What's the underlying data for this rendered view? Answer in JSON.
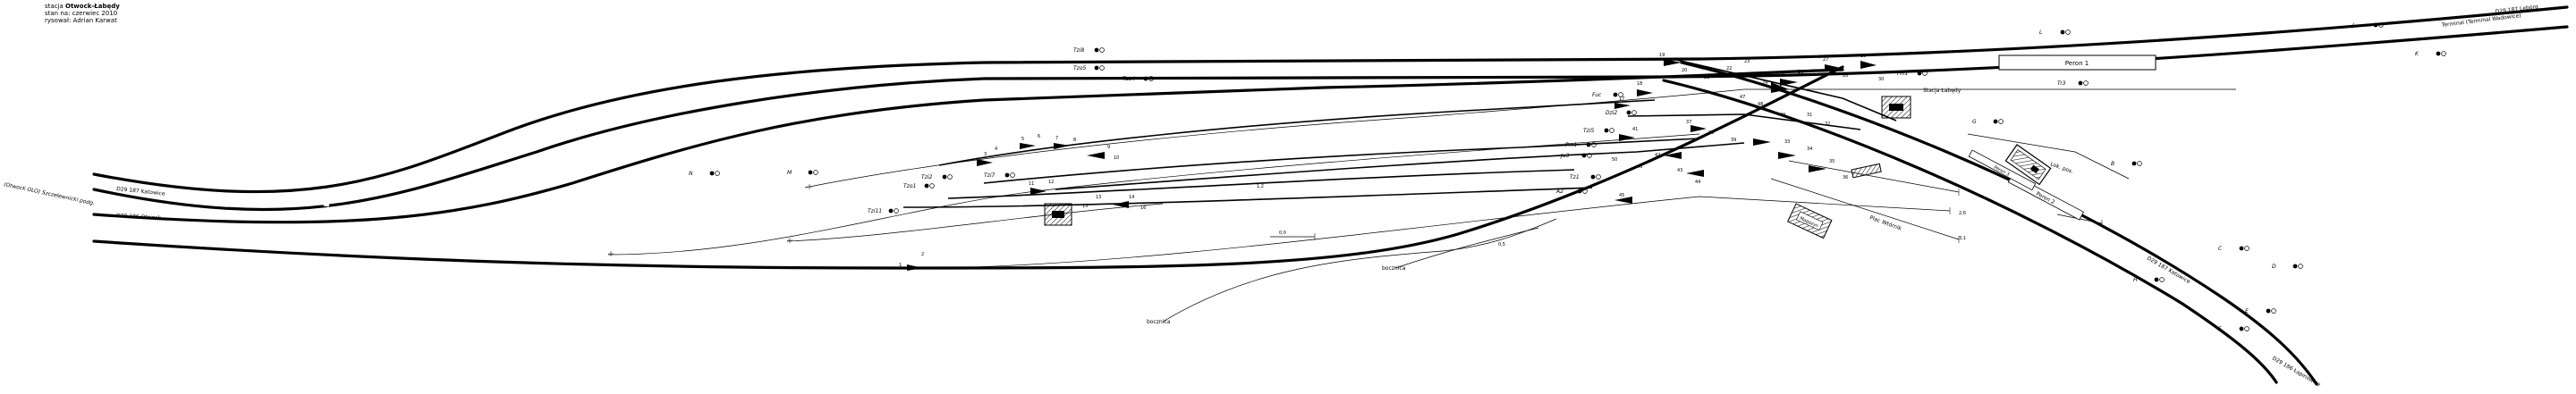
{
  "header": {
    "line1_prefix": "stacja",
    "station": "Otwock-Łabędy",
    "line2": "stan na: czerwiec 2010",
    "line3": "rysował: Adrian Karwat"
  },
  "directions": {
    "left": "(Otwock OLO) Szczelewnicki podg.",
    "right_top": "Terminal (Terminal Wadowice)",
    "right_top_track": "D29 187 Lębórg",
    "right_bottom": "Stacja Łabędy"
  },
  "track_labels": {
    "left_t1": "D29 187 Katowice",
    "left_t2": "D29 186 Otwock",
    "right_t1": "D29 186 Łapinowice",
    "right_t2": "D29 187 Katowice"
  },
  "platforms": {
    "p1": "Peron 1",
    "p2": "Peron 2",
    "p3": "Peron 3",
    "mag": "Magazyn"
  },
  "sidings": {
    "bocznica1": "bocznica",
    "bocznica2": "bocznica",
    "warsztaty": "Plac Wtórnik",
    "lokomotywownia": "Lok. pos."
  },
  "signals": [
    "Tzi8",
    "Tzo4",
    "Tzo5",
    "Tzo1",
    "Tzi2",
    "Tzi11",
    "Tzi7",
    "Fuc",
    "Dzi2",
    "Tzi5",
    "Pm1",
    "Ju3",
    "Tz1",
    "A2",
    "Tm1",
    "Tr3",
    "G",
    "B",
    "C",
    "D",
    "E",
    "F",
    "H",
    "J",
    "K",
    "L",
    "M",
    "N"
  ],
  "switch_numbers": [
    "1",
    "2",
    "3",
    "4",
    "5",
    "6",
    "7",
    "8",
    "9",
    "10",
    "11",
    "12",
    "13",
    "14",
    "15",
    "16",
    "17",
    "18",
    "19",
    "20",
    "21",
    "22",
    "23",
    "24",
    "25",
    "26",
    "27",
    "28",
    "29",
    "30",
    "31",
    "32",
    "33",
    "34",
    "35",
    "36",
    "37",
    "38",
    "39",
    "40",
    "41",
    "42",
    "43",
    "44",
    "45",
    "46",
    "47",
    "48",
    "49",
    "50"
  ],
  "kilometrage": [
    "0,0",
    "0,5",
    "1,2",
    "2,6",
    "3,1"
  ]
}
